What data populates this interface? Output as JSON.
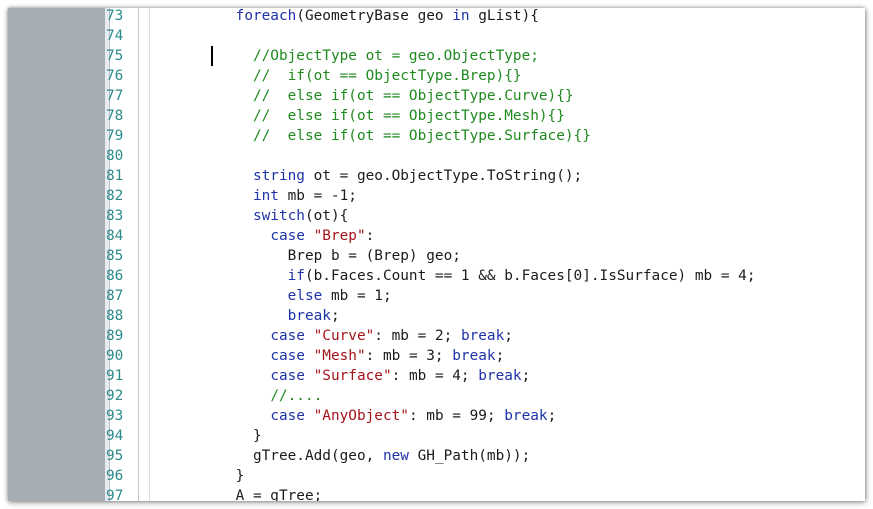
{
  "editor": {
    "lines": [
      {
        "number": "73",
        "indent": "    ",
        "tokens": [
          {
            "t": "kw",
            "v": "foreach"
          },
          {
            "t": "plain",
            "v": "(GeometryBase geo "
          },
          {
            "t": "kw",
            "v": "in"
          },
          {
            "t": "plain",
            "v": " gList){"
          }
        ]
      },
      {
        "number": "74",
        "indent": "",
        "tokens": []
      },
      {
        "number": "75",
        "indent": "      ",
        "tokens": [
          {
            "t": "comment",
            "v": "//ObjectType ot = geo.ObjectType;"
          }
        ]
      },
      {
        "number": "76",
        "indent": "      ",
        "tokens": [
          {
            "t": "comment",
            "v": "//  if(ot == ObjectType.Brep){}"
          }
        ]
      },
      {
        "number": "77",
        "indent": "      ",
        "tokens": [
          {
            "t": "comment",
            "v": "//  else if(ot == ObjectType.Curve){}"
          }
        ]
      },
      {
        "number": "78",
        "indent": "      ",
        "tokens": [
          {
            "t": "comment",
            "v": "//  else if(ot == ObjectType.Mesh){}"
          }
        ]
      },
      {
        "number": "79",
        "indent": "      ",
        "tokens": [
          {
            "t": "comment",
            "v": "//  else if(ot == ObjectType.Surface){}"
          }
        ]
      },
      {
        "number": "80",
        "indent": "",
        "tokens": []
      },
      {
        "number": "81",
        "indent": "      ",
        "tokens": [
          {
            "t": "kw",
            "v": "string"
          },
          {
            "t": "plain",
            "v": " ot = geo.ObjectType.ToString();"
          }
        ]
      },
      {
        "number": "82",
        "indent": "      ",
        "tokens": [
          {
            "t": "kw",
            "v": "int"
          },
          {
            "t": "plain",
            "v": " mb = -1;"
          }
        ]
      },
      {
        "number": "83",
        "indent": "      ",
        "tokens": [
          {
            "t": "kw",
            "v": "switch"
          },
          {
            "t": "plain",
            "v": "(ot){"
          }
        ]
      },
      {
        "number": "84",
        "indent": "        ",
        "tokens": [
          {
            "t": "kw",
            "v": "case"
          },
          {
            "t": "plain",
            "v": " "
          },
          {
            "t": "str",
            "v": "\"Brep\""
          },
          {
            "t": "plain",
            "v": ":"
          }
        ]
      },
      {
        "number": "85",
        "indent": "          ",
        "tokens": [
          {
            "t": "plain",
            "v": "Brep b = (Brep) geo;"
          }
        ]
      },
      {
        "number": "86",
        "indent": "          ",
        "tokens": [
          {
            "t": "kw",
            "v": "if"
          },
          {
            "t": "plain",
            "v": "(b.Faces.Count == 1 && b.Faces[0].IsSurface) mb = 4;"
          }
        ]
      },
      {
        "number": "87",
        "indent": "          ",
        "tokens": [
          {
            "t": "kw",
            "v": "else"
          },
          {
            "t": "plain",
            "v": " mb = 1;"
          }
        ]
      },
      {
        "number": "88",
        "indent": "          ",
        "tokens": [
          {
            "t": "kw",
            "v": "break"
          },
          {
            "t": "plain",
            "v": ";"
          }
        ]
      },
      {
        "number": "89",
        "indent": "        ",
        "tokens": [
          {
            "t": "kw",
            "v": "case"
          },
          {
            "t": "plain",
            "v": " "
          },
          {
            "t": "str",
            "v": "\"Curve\""
          },
          {
            "t": "plain",
            "v": ": mb = 2; "
          },
          {
            "t": "kw",
            "v": "break"
          },
          {
            "t": "plain",
            "v": ";"
          }
        ]
      },
      {
        "number": "90",
        "indent": "        ",
        "tokens": [
          {
            "t": "kw",
            "v": "case"
          },
          {
            "t": "plain",
            "v": " "
          },
          {
            "t": "str",
            "v": "\"Mesh\""
          },
          {
            "t": "plain",
            "v": ": mb = 3; "
          },
          {
            "t": "kw",
            "v": "break"
          },
          {
            "t": "plain",
            "v": ";"
          }
        ]
      },
      {
        "number": "91",
        "indent": "        ",
        "tokens": [
          {
            "t": "kw",
            "v": "case"
          },
          {
            "t": "plain",
            "v": " "
          },
          {
            "t": "str",
            "v": "\"Surface\""
          },
          {
            "t": "plain",
            "v": ": mb = 4; "
          },
          {
            "t": "kw",
            "v": "break"
          },
          {
            "t": "plain",
            "v": ";"
          }
        ]
      },
      {
        "number": "92",
        "indent": "        ",
        "tokens": [
          {
            "t": "comment",
            "v": "//...."
          }
        ]
      },
      {
        "number": "93",
        "indent": "        ",
        "tokens": [
          {
            "t": "kw",
            "v": "case"
          },
          {
            "t": "plain",
            "v": " "
          },
          {
            "t": "str",
            "v": "\"AnyObject\""
          },
          {
            "t": "plain",
            "v": ": mb = 99; "
          },
          {
            "t": "kw",
            "v": "break"
          },
          {
            "t": "plain",
            "v": ";"
          }
        ]
      },
      {
        "number": "94",
        "indent": "      ",
        "tokens": [
          {
            "t": "plain",
            "v": "}"
          }
        ]
      },
      {
        "number": "95",
        "indent": "      ",
        "tokens": [
          {
            "t": "plain",
            "v": "gTree.Add(geo, "
          },
          {
            "t": "kw",
            "v": "new"
          },
          {
            "t": "plain",
            "v": " GH_Path(mb));"
          }
        ]
      },
      {
        "number": "96",
        "indent": "    ",
        "tokens": [
          {
            "t": "plain",
            "v": "}"
          }
        ]
      },
      {
        "number": "97",
        "indent": "    ",
        "tokens": [
          {
            "t": "plain",
            "v": "A = gTree;"
          }
        ]
      }
    ]
  },
  "colors": {
    "keyword": "#1f33a8",
    "string": "#a3151a",
    "comment": "#1f8a1f",
    "line_number": "#2b8a8a",
    "margin": "#a7adb4"
  }
}
